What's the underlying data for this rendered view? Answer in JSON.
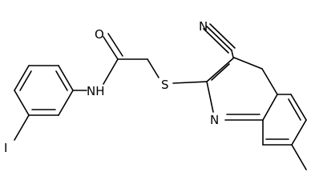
{
  "molecule": {
    "atoms": {
      "O": "O",
      "NH": "NH",
      "N_nitrile": "N",
      "S": "S",
      "N_ring": "N",
      "I": "I"
    }
  }
}
